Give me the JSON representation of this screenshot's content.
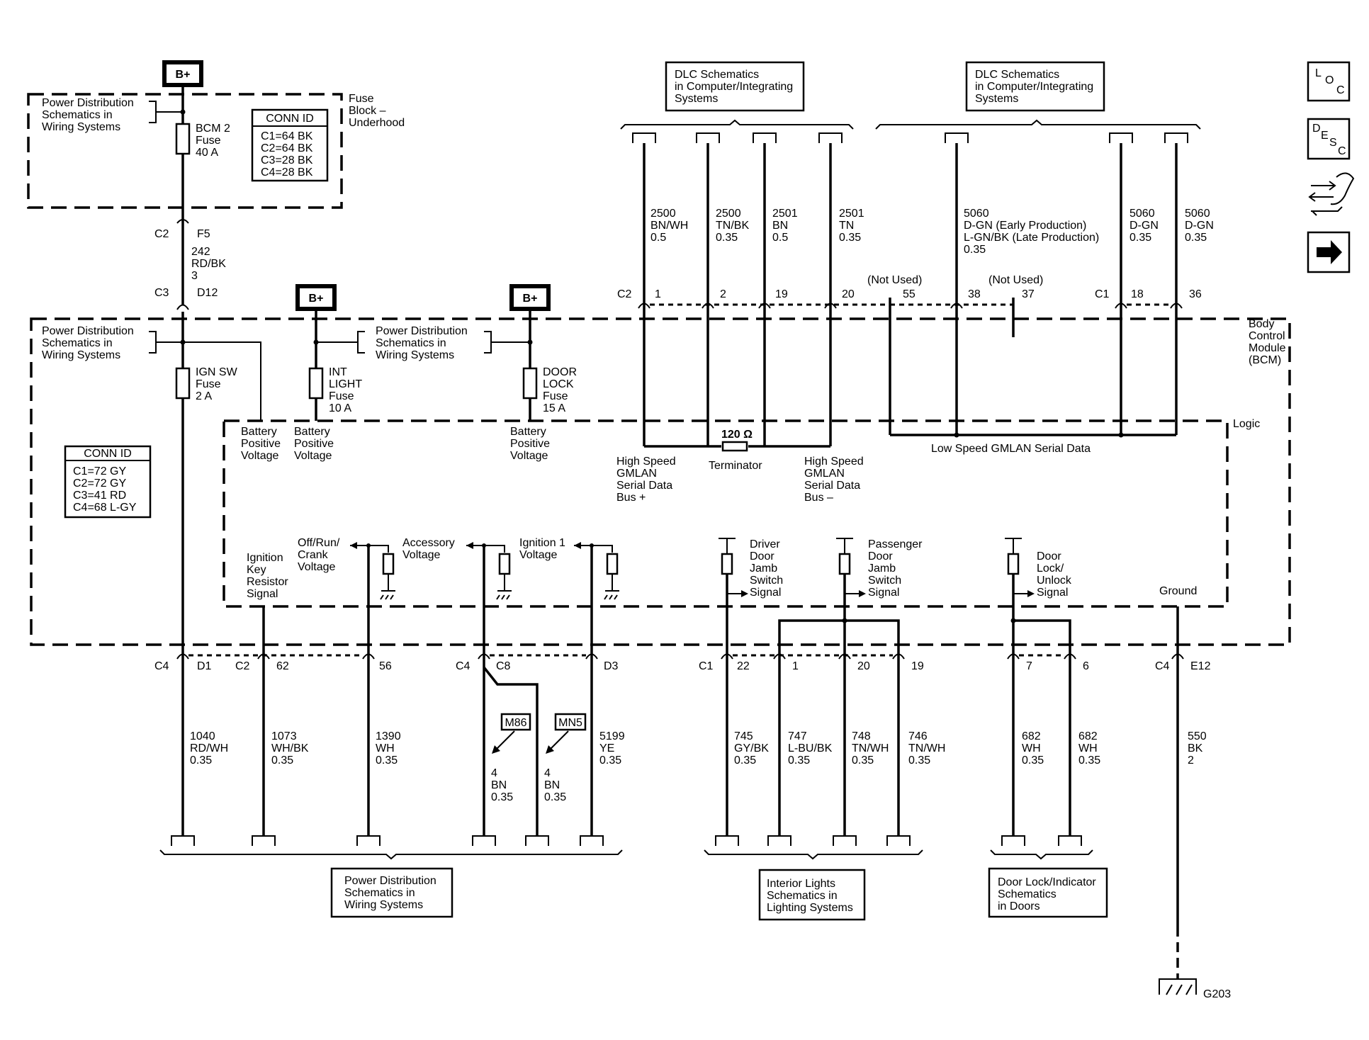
{
  "supply_label": "B+",
  "fuse_block": {
    "title": [
      "Fuse",
      "Block –",
      "Underhood"
    ],
    "ref": [
      "Power Distribution",
      "Schematics in",
      "Wiring Systems"
    ],
    "fuse": [
      "BCM 2",
      "Fuse",
      "40 A"
    ],
    "conn_id": {
      "title": "CONN ID",
      "rows": [
        "C1=64 BK",
        "C2=64 BK",
        "C3=28 BK",
        "C4=28 BK"
      ]
    }
  },
  "feed_wire": {
    "top_conn": "C2",
    "top_pin": "F5",
    "circuit": [
      "242",
      "RD/BK",
      "3"
    ],
    "bottom_conn": "C3",
    "bottom_pin": "D12"
  },
  "bcm": {
    "title": [
      "Body",
      "Control",
      "Module",
      "(BCM)"
    ],
    "logic_label": "Logic",
    "ref": [
      "Power Distribution",
      "Schematics in",
      "Wiring Systems"
    ],
    "ref2": [
      "Power Distribution",
      "Schematics in",
      "Wiring Systems"
    ],
    "ign_fuse": [
      "IGN SW",
      "Fuse",
      "2 A"
    ],
    "int_fuse": [
      "INT",
      "LIGHT",
      "Fuse",
      "10 A"
    ],
    "door_fuse": [
      "DOOR",
      "LOCK",
      "Fuse",
      "15 A"
    ],
    "bpv": [
      "Battery",
      "Positive",
      "Voltage"
    ],
    "conn_id": {
      "title": "CONN ID",
      "rows": [
        "C1=72 GY",
        "C2=72 GY",
        "C3=41 RD",
        "C4=68 L-GY"
      ]
    },
    "signals": {
      "ign_key": [
        "Ignition",
        "Key",
        "Resistor",
        "Signal"
      ],
      "off_run": [
        "Off/Run/",
        "Crank",
        "Voltage"
      ],
      "accessory": [
        "Accessory",
        "Voltage"
      ],
      "ign1": [
        "Ignition 1",
        "Voltage"
      ],
      "driver": [
        "Driver",
        "Door",
        "Jamb",
        "Switch",
        "Signal"
      ],
      "passenger": [
        "Passenger",
        "Door",
        "Jamb",
        "Switch",
        "Signal"
      ],
      "door_lock": [
        "Door",
        "Lock/",
        "Unlock",
        "Signal"
      ],
      "ground": "Ground"
    },
    "hs_plus": [
      "High Speed",
      "GMLAN",
      "Serial Data",
      "Bus +"
    ],
    "hs_minus": [
      "High Speed",
      "GMLAN",
      "Serial Data",
      "Bus –"
    ],
    "terminator": [
      "120 Ω",
      "Terminator"
    ],
    "ls_gmlan": "Low Speed GMLAN Serial Data"
  },
  "dlc_refs": [
    [
      "DLC Schematics",
      "in Computer/Integrating",
      "Systems"
    ],
    [
      "DLC Schematics",
      "in Computer/Integrating",
      "Systems"
    ]
  ],
  "top_wires": [
    {
      "circuit": [
        "2500",
        "BN/WH",
        "0.5"
      ]
    },
    {
      "circuit": [
        "2500",
        "TN/BK",
        "0.35"
      ]
    },
    {
      "circuit": [
        "2501",
        "BN",
        "0.5"
      ]
    },
    {
      "circuit": [
        "2501",
        "TN",
        "0.35"
      ]
    },
    {
      "circuit": [
        "5060",
        "D-GN (Early Production)",
        "L-GN/BK (Late Production)",
        "0.35"
      ]
    },
    {
      "circuit": [
        "5060",
        "D-GN",
        "0.35"
      ]
    },
    {
      "circuit": [
        "5060",
        "D-GN",
        "0.35"
      ]
    }
  ],
  "top_pins": {
    "c2": "C2",
    "p1": "1",
    "p2": "2",
    "p19": "19",
    "p20": "20",
    "not_used": "(Not Used)",
    "p55": "55",
    "p38": "38",
    "p37": "37",
    "c1": "C1",
    "p18": "18",
    "p36": "36"
  },
  "bottom_pins": {
    "c4a": "C4",
    "d1": "D1",
    "c2": "C2",
    "p62": "62",
    "p56": "56",
    "c4b": "C4",
    "c8": "C8",
    "d3": "D3",
    "c1": "C1",
    "p22": "22",
    "p1": "1",
    "p20": "20",
    "p19": "19",
    "p7": "7",
    "p6": "6",
    "c4c": "C4",
    "e12": "E12"
  },
  "bottom_wires": [
    {
      "circuit": [
        "1040",
        "RD/WH",
        "0.35"
      ]
    },
    {
      "circuit": [
        "1073",
        "WH/BK",
        "0.35"
      ]
    },
    {
      "circuit": [
        "1390",
        "WH",
        "0.35"
      ]
    },
    {
      "circuit": [
        "4",
        "BN",
        "0.35"
      ]
    },
    {
      "circuit": [
        "4",
        "BN",
        "0.35"
      ]
    },
    {
      "circuit": [
        "5199",
        "YE",
        "0.35"
      ]
    },
    {
      "circuit": [
        "745",
        "GY/BK",
        "0.35"
      ]
    },
    {
      "circuit": [
        "747",
        "L-BU/BK",
        "0.35"
      ]
    },
    {
      "circuit": [
        "748",
        "TN/WH",
        "0.35"
      ]
    },
    {
      "circuit": [
        "746",
        "TN/WH",
        "0.35"
      ]
    },
    {
      "circuit": [
        "682",
        "WH",
        "0.35"
      ]
    },
    {
      "circuit": [
        "682",
        "WH",
        "0.35"
      ]
    },
    {
      "circuit": [
        "550",
        "BK",
        "2"
      ]
    }
  ],
  "splices": [
    "M86",
    "MN5"
  ],
  "bottom_refs": [
    [
      "Power Distribution",
      "Schematics in",
      "Wiring Systems"
    ],
    [
      "Interior Lights",
      "Schematics in",
      "Lighting Systems"
    ],
    [
      "Door Lock/Indicator",
      "Schematics",
      "in Doors"
    ]
  ],
  "ground_label": "G203",
  "nav": {
    "loc": [
      "L",
      "O",
      "C"
    ],
    "desc": [
      "D",
      "E",
      "S",
      "C"
    ]
  }
}
